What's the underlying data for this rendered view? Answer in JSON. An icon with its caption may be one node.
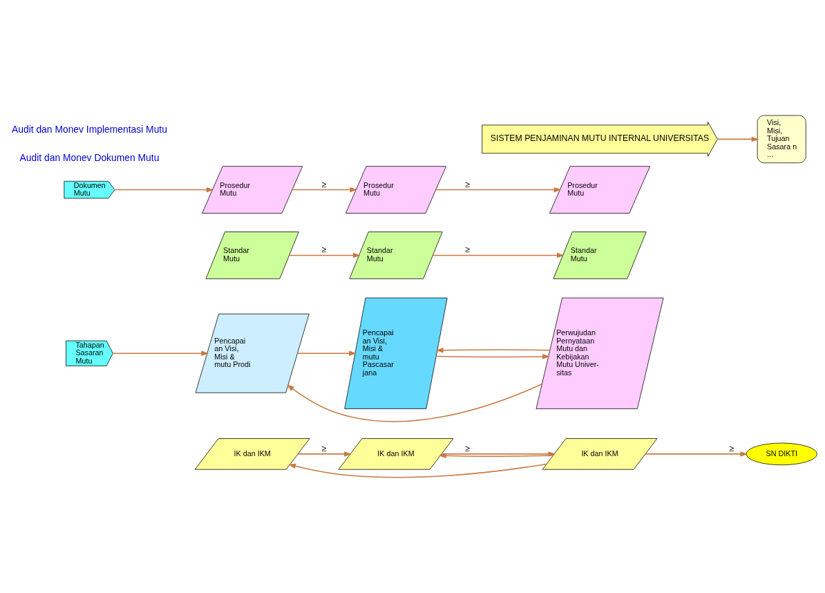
{
  "diagram": {
    "nodes": [
      {
        "text": [
          "Dokumen Mutu"
        ]
      },
      {
        "text": [
          "IK dan IKM"
        ]
      },
      {
        "text": [
          "Prosedur Mutu"
        ]
      },
      {
        "text": [
          "Standar Mutu"
        ]
      },
      {
        "text": [
          "IK dan IKM"
        ]
      },
      {
        "text": [
          "Prosedur Mutu"
        ]
      },
      {
        "text": [
          "Standar Mutu"
        ]
      },
      {
        "text": [
          "IK dan IKM"
        ]
      },
      {
        "text": [
          "Prosedur Mutu"
        ]
      },
      {
        "text": [
          "Standar Mutu"
        ]
      },
      {
        "text": [
          "SN DIKTI"
        ]
      },
      {
        "text": [
          "SISTEM PENJAMINAN MUTU INTERNAL UNIVERSITAS"
        ]
      },
      {
        "text": [
          "Visi, Misi, Tujuan Sasara n ..."
        ]
      },
      {
        "text": [
          "Tahapan Sasaran Mutu"
        ]
      },
      {
        "text": [
          "Pencapai an Visi, Misi & mutu Prodi"
        ]
      },
      {
        "text": [
          "Pencapai an Visi, Misi & mutu Pascasar jana"
        ]
      },
      {
        "text": [
          "Perwujudan Pernyataan Mutu dan Kebijakan Mutu Univer- sitas"
        ]
      }
    ],
    "edges": [
      {
        "from": 0,
        "to": 2,
        "arrow": "to"
      },
      {
        "from": 1,
        "to": 4,
        "arrow": "to",
        "label": "≥"
      },
      {
        "from": 2,
        "to": 5,
        "arrow": "to",
        "label": "≥"
      },
      {
        "from": 3,
        "to": 6,
        "arrow": "to",
        "label": "≥"
      },
      {
        "from": 4,
        "to": 7,
        "arrow": "to",
        "label": "≥"
      },
      {
        "from": 5,
        "to": 8,
        "arrow": "to",
        "label": "≥"
      },
      {
        "from": 6,
        "to": 9,
        "arrow": "to",
        "label": "≥"
      },
      {
        "from": 7,
        "to": 10,
        "arrow": "to",
        "label": "≥"
      },
      {
        "from": 7,
        "to": 1,
        "arrow": "to"
      },
      {
        "from": 7,
        "to": 4,
        "arrow": "to"
      },
      {
        "from": 11,
        "to": 12,
        "arrow": "to"
      },
      {
        "from": 13,
        "to": 14,
        "arrow": "to"
      },
      {
        "from": 14,
        "to": 15,
        "arrow": "to"
      },
      {
        "from": 15,
        "to": 16,
        "arrow": "to"
      },
      {
        "from": 16,
        "to": 14,
        "arrow": "to"
      },
      {
        "from": 16,
        "to": 15,
        "arrow": "to"
      }
    ],
    "labels": [
      "Audit dan Monev Dokumen Mutu",
      "Audit dan Monev Implementasi Mutu"
    ]
  }
}
